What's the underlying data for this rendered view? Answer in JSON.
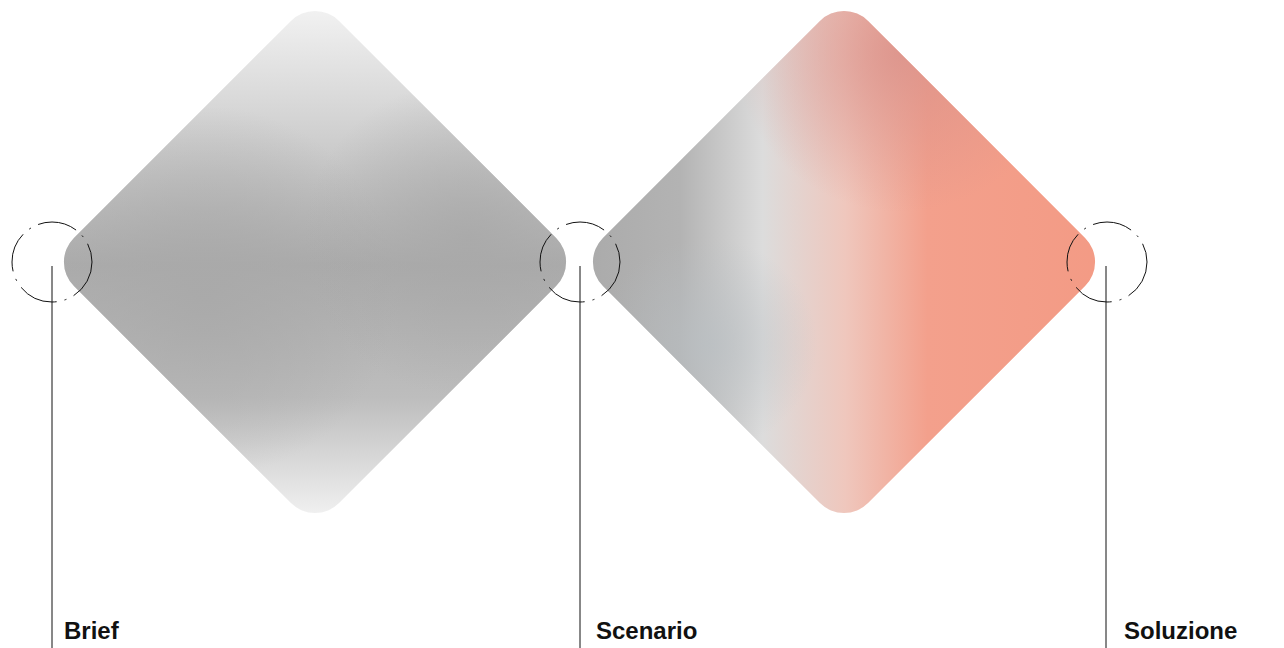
{
  "diagram": {
    "labels": [
      "Brief",
      "Scenario",
      "Soluzione"
    ]
  }
}
